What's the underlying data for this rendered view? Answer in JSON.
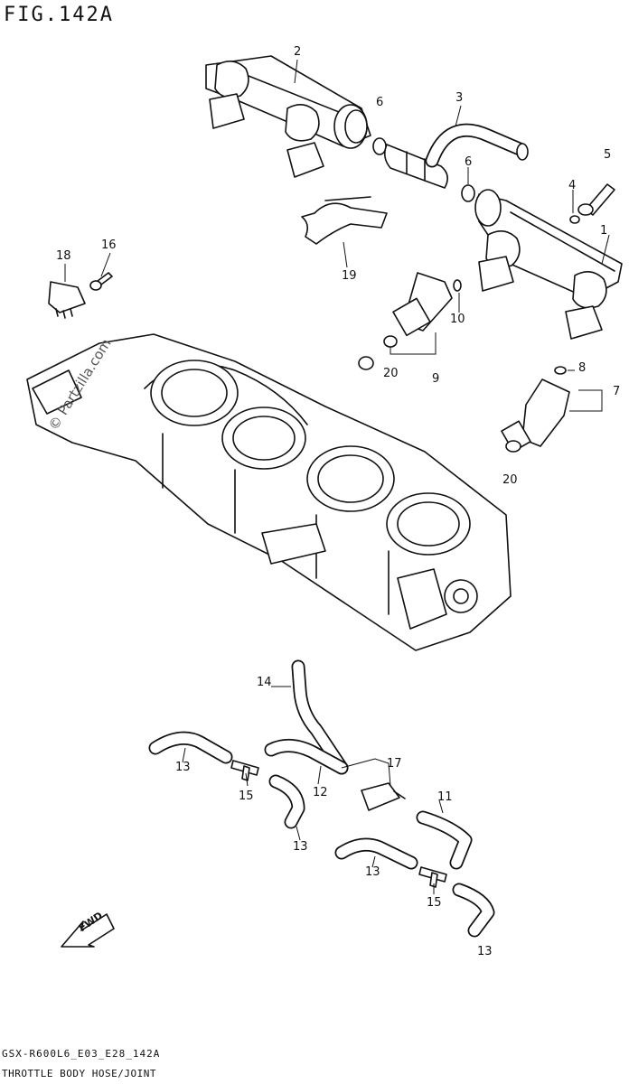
{
  "figure": {
    "title": "FIG.142A",
    "footer_code": "GSX-R600L6_E03_E28_142A",
    "footer_name": "THROTTLE BODY HOSE/JOINT",
    "watermark": "© Partzilla.com",
    "fwd_label": "FWD"
  },
  "callouts": [
    {
      "id": "c1",
      "label": "1"
    },
    {
      "id": "c2",
      "label": "2"
    },
    {
      "id": "c3",
      "label": "3"
    },
    {
      "id": "c4",
      "label": "4"
    },
    {
      "id": "c5",
      "label": "5"
    },
    {
      "id": "c6a",
      "label": "6"
    },
    {
      "id": "c6b",
      "label": "6"
    },
    {
      "id": "c7",
      "label": "7"
    },
    {
      "id": "c8",
      "label": "8"
    },
    {
      "id": "c9",
      "label": "9"
    },
    {
      "id": "c10",
      "label": "10"
    },
    {
      "id": "c11",
      "label": "11"
    },
    {
      "id": "c12",
      "label": "12"
    },
    {
      "id": "c13a",
      "label": "13"
    },
    {
      "id": "c13b",
      "label": "13"
    },
    {
      "id": "c13c",
      "label": "13"
    },
    {
      "id": "c13d",
      "label": "13"
    },
    {
      "id": "c14",
      "label": "14"
    },
    {
      "id": "c15a",
      "label": "15"
    },
    {
      "id": "c15b",
      "label": "15"
    },
    {
      "id": "c16",
      "label": "16"
    },
    {
      "id": "c17",
      "label": "17"
    },
    {
      "id": "c18",
      "label": "18"
    },
    {
      "id": "c19",
      "label": "19"
    },
    {
      "id": "c20a",
      "label": "20"
    },
    {
      "id": "c20b",
      "label": "20"
    }
  ]
}
